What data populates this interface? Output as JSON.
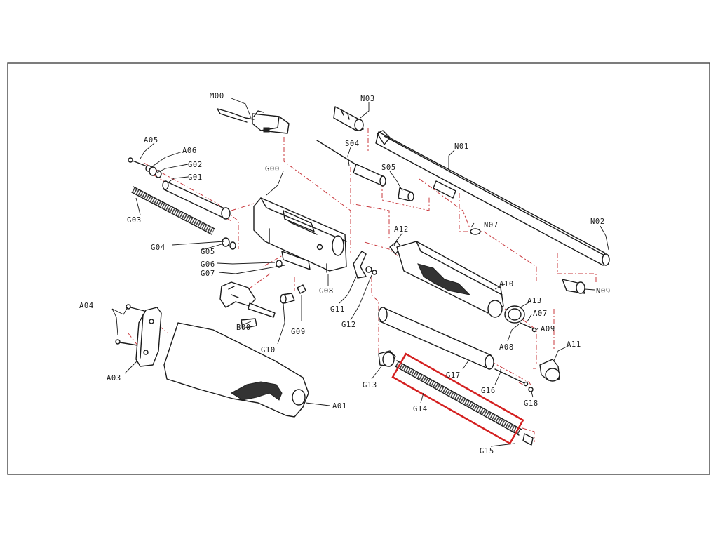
{
  "diagram": {
    "labels": {
      "M00": "M00",
      "N03": "N03",
      "S04": "S04",
      "N01": "N01",
      "S05": "S05",
      "A05": "A05",
      "A06": "A06",
      "G02": "G02",
      "G01": "G01",
      "G00": "G00",
      "G03": "G03",
      "N07": "N07",
      "N02": "N02",
      "A12": "A12",
      "G04": "G04",
      "G05": "G05",
      "G06": "G06",
      "G07": "G07",
      "G08": "G08",
      "N09": "N09",
      "A10": "A10",
      "A13": "A13",
      "A07": "A07",
      "A04": "A04",
      "G11": "G11",
      "A09": "A09",
      "B00": "B00",
      "G12": "G12",
      "A08": "A08",
      "G09": "G09",
      "A11": "A11",
      "G10": "G10",
      "G17": "G17",
      "G13": "G13",
      "A03": "A03",
      "G16": "G16",
      "G18": "G18",
      "A01": "A01",
      "G14": "G14",
      "G15": "G15"
    },
    "highlighted_part": "G14",
    "colors": {
      "ink": "#1a1a1a",
      "guide_lines": "#c8383d",
      "highlight_box": "#d42020",
      "frame": "#444444",
      "background": "#ffffff"
    }
  }
}
